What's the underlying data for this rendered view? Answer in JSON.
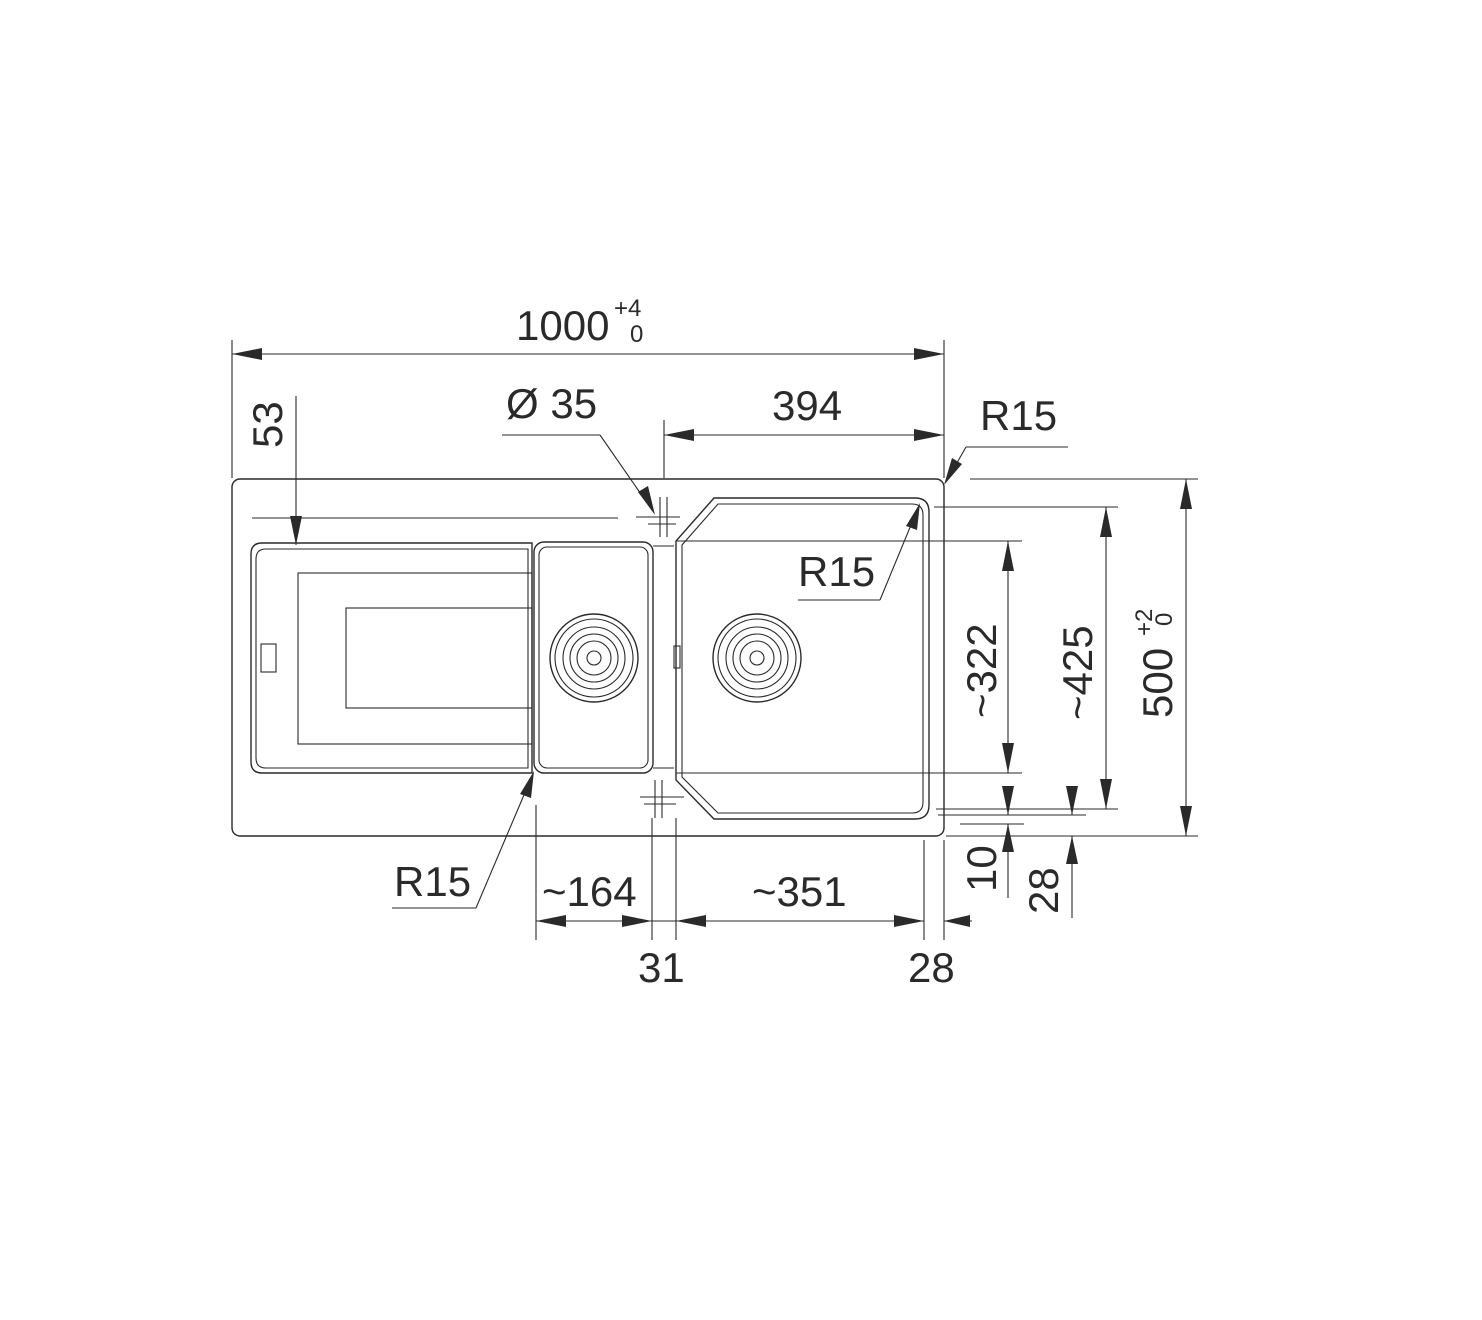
{
  "dimensions": {
    "overall_width": {
      "value": "1000",
      "tol_upper": "+4",
      "tol_lower": "0"
    },
    "overall_depth": {
      "value": "500",
      "tol_upper": "+2",
      "tol_lower": "0"
    },
    "tap_hole": "Ø 35",
    "bowl_width_top": "394",
    "corner_radius_outer": "R15",
    "corner_radius_bowl": "R15",
    "corner_radius_small_bowl": "R15",
    "rim_offset": "53",
    "bowl_depth_inner": "~322",
    "bowl_depth_outer": "~425",
    "small_bowl_width": "~164",
    "main_bowl_width": "~351",
    "divider_width": "31",
    "right_rim": "28",
    "bottom_rim_a": "10",
    "bottom_rim_b": "28"
  },
  "colors": {
    "line": "#2a2a2a",
    "background": "#ffffff"
  }
}
